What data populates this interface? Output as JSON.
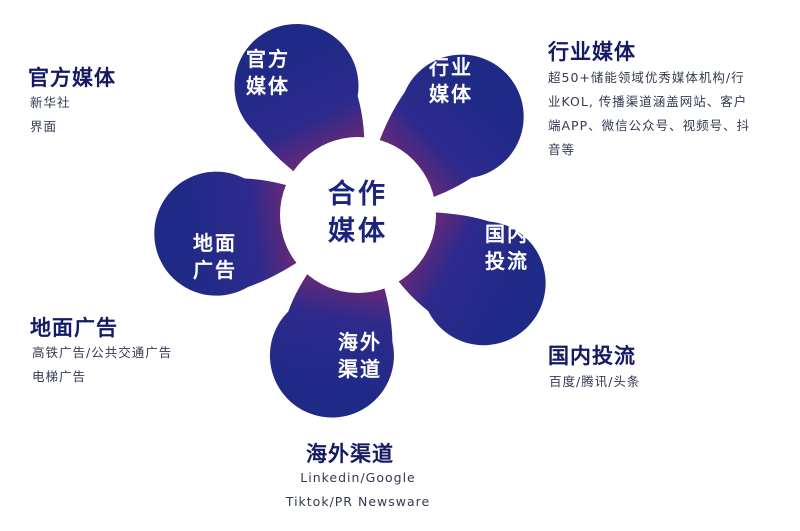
{
  "colors": {
    "navy": "#1f2a86",
    "purple": "#3a2a8a",
    "crimson": "#c0213e",
    "text_title": "#141a63",
    "text_desc": "#333a52"
  },
  "center": {
    "line1": "合作",
    "line2": "媒体"
  },
  "petals": {
    "official": {
      "line1": "官方",
      "line2": "媒体"
    },
    "industry": {
      "line1": "行业",
      "line2": "媒体"
    },
    "domestic": {
      "line1": "国内",
      "line2": "投流"
    },
    "overseas": {
      "line1": "海外",
      "line2": "渠道"
    },
    "ground": {
      "line1": "地面",
      "line2": "广告"
    }
  },
  "labels": {
    "official": {
      "title": "官方媒体",
      "lines": [
        "新华社",
        "界面"
      ]
    },
    "industry": {
      "title": "行业媒体",
      "lines": [
        "超50+储能领域优秀媒体机构/行",
        "业KOL, 传播渠道涵盖网站、客户",
        "端APP、微信公众号、视频号、抖",
        "音等"
      ]
    },
    "ground": {
      "title": "地面广告",
      "lines": [
        "高铁广告/公共交通广告",
        "电梯广告"
      ]
    },
    "domestic": {
      "title": "国内投流",
      "lines": [
        "百度/腾讯/头条"
      ]
    },
    "overseas": {
      "title": "海外渠道",
      "lines": [
        "Linkedin/Google",
        "Tiktok/PR Newsware"
      ]
    }
  }
}
